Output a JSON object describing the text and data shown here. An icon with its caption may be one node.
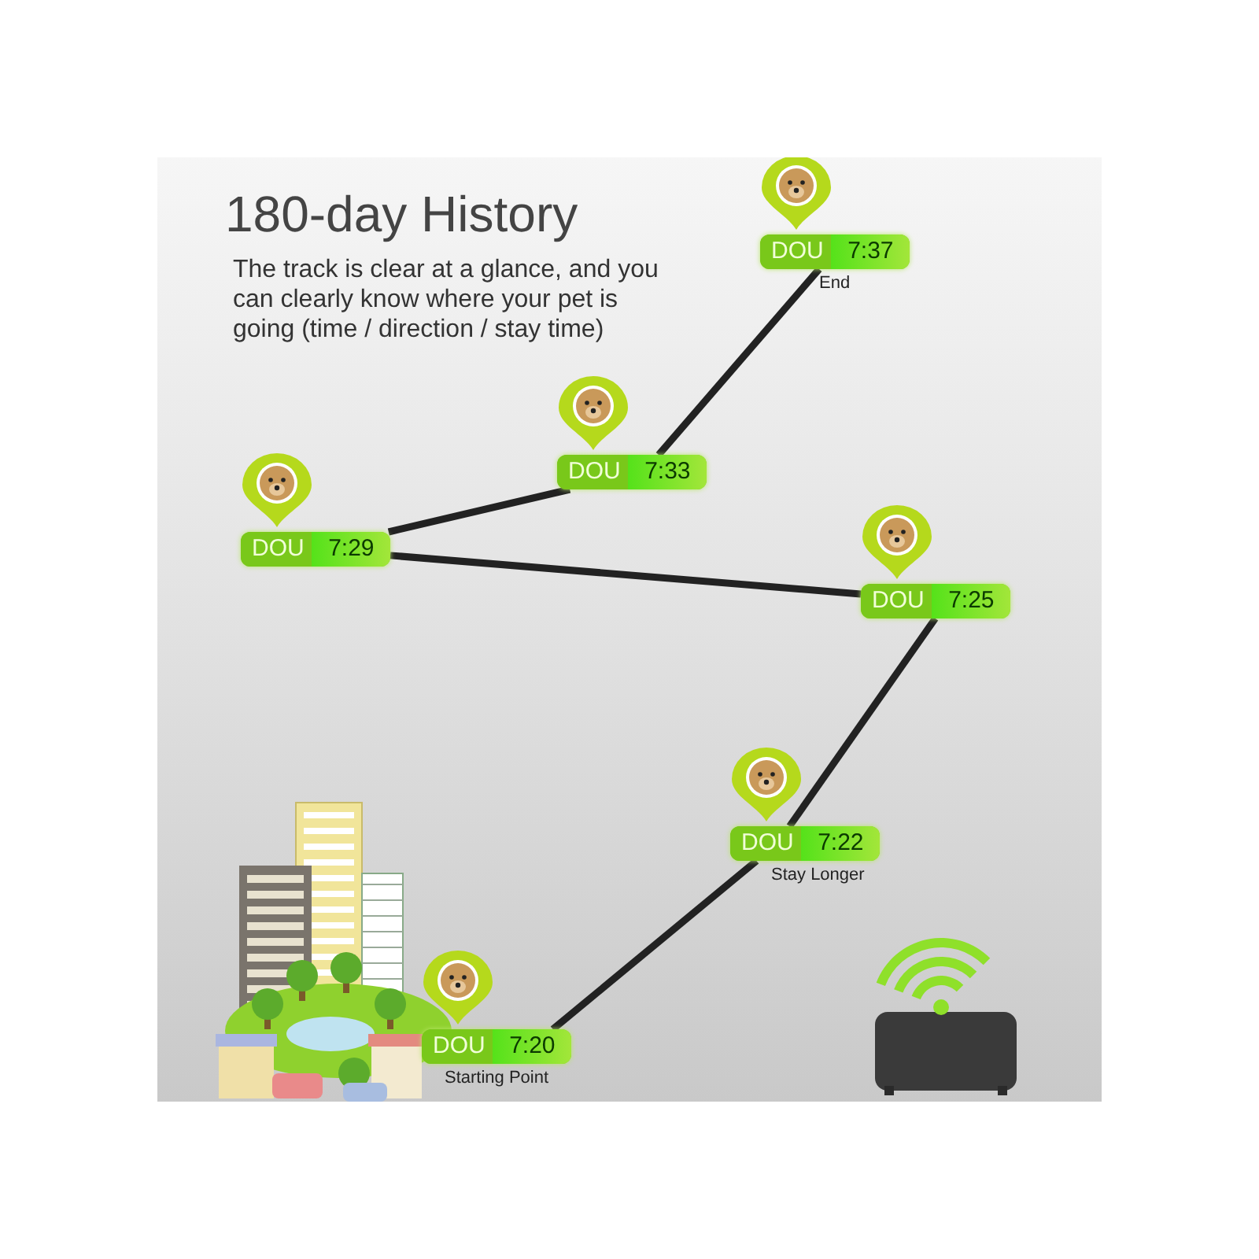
{
  "diagram": {
    "title": "180-day History",
    "caption": "The track is clear at a glance, and you can clearly know where your pet is going (time / direction / stay time)",
    "nodes": [
      {
        "text": [
          "DOU",
          "7:37"
        ],
        "beside": [
          "End"
        ]
      },
      {
        "text": [
          "DOU",
          "7:33"
        ]
      },
      {
        "text": [
          "DOU",
          "7:29"
        ]
      },
      {
        "text": [
          "DOU",
          "7:25"
        ]
      },
      {
        "text": [
          "DOU",
          "7:22"
        ],
        "beside": [
          "Stay Longer"
        ]
      },
      {
        "text": [
          "DOU",
          "7:20"
        ],
        "beside": [
          "Starting Point"
        ]
      }
    ],
    "edges": [
      {
        "from": 5,
        "to": 4,
        "arrow": "none"
      },
      {
        "from": 4,
        "to": 3,
        "arrow": "none"
      },
      {
        "from": 3,
        "to": 2,
        "arrow": "none"
      },
      {
        "from": 2,
        "to": 1,
        "arrow": "none"
      },
      {
        "from": 1,
        "to": 0,
        "arrow": "none"
      }
    ]
  }
}
